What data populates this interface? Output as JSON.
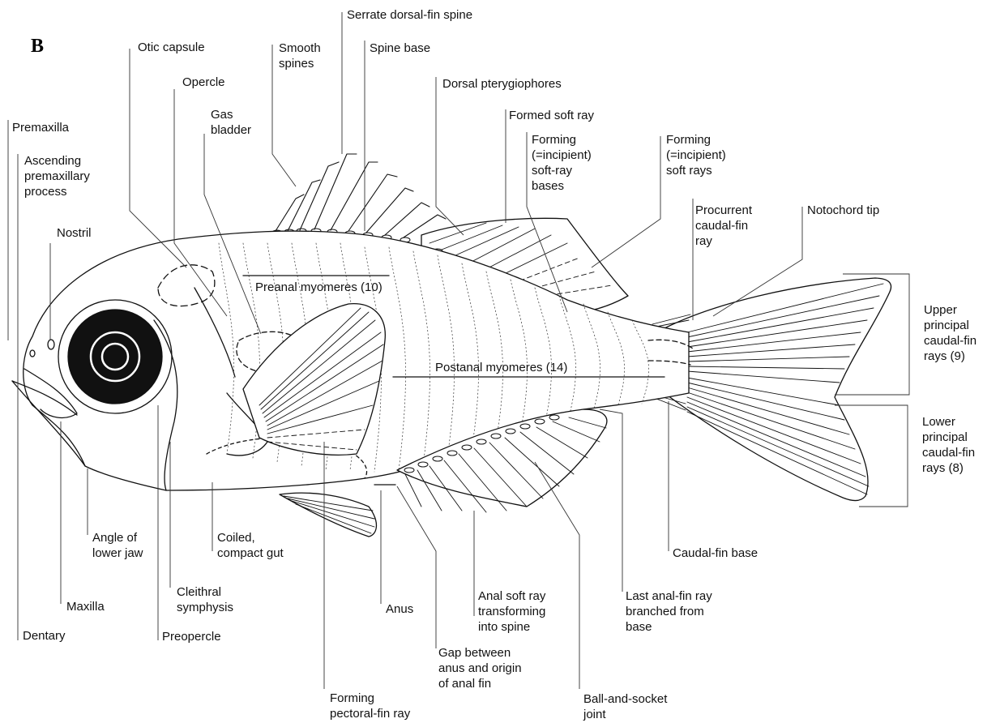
{
  "panel_letter": "B",
  "body_labels": {
    "preanal": "Preanal myomeres (10)",
    "postanal": "Postanal myomeres (14)"
  },
  "labels": {
    "premaxilla": "Premaxilla",
    "ascending": "Ascending\npremaxillary\nprocess",
    "nostril": "Nostril",
    "otic": "Otic capsule",
    "opercle": "Opercle",
    "gas": "Gas\nbladder",
    "smooth": "Smooth\nspines",
    "serrate": "Serrate dorsal-fin spine",
    "spine_base": "Spine base",
    "dorsal_pteryg": "Dorsal pterygiophores",
    "formed_soft": "Formed soft ray",
    "forming_bases": "Forming\n(=incipient)\nsoft-ray\nbases",
    "forming_rays": "Forming\n(=incipient)\nsoft rays",
    "procurrent": "Procurrent\ncaudal-fin\nray",
    "notochord": "Notochord tip",
    "upper_caudal": "Upper\nprincipal\ncaudal-fin\nrays (9)",
    "lower_caudal": "Lower\nprincipal\ncaudal-fin\nrays (8)",
    "caudal_base": "Caudal-fin base",
    "last_anal": "Last anal-fin ray\nbranched from\nbase",
    "ball_socket": "Ball-and-socket\njoint",
    "anal_soft": "Anal soft ray\ntransforming\ninto spine",
    "gap": "Gap between\nanus and origin\nof anal fin",
    "forming_pect": "Forming\npectoral-fin ray",
    "anus": "Anus",
    "coiled": "Coiled,\ncompact gut",
    "cleithral": "Cleithral\nsymphysis",
    "preopercle": "Preopercle",
    "angle_jaw": "Angle of\nlower jaw",
    "maxilla": "Maxilla",
    "dentary": "Dentary"
  }
}
